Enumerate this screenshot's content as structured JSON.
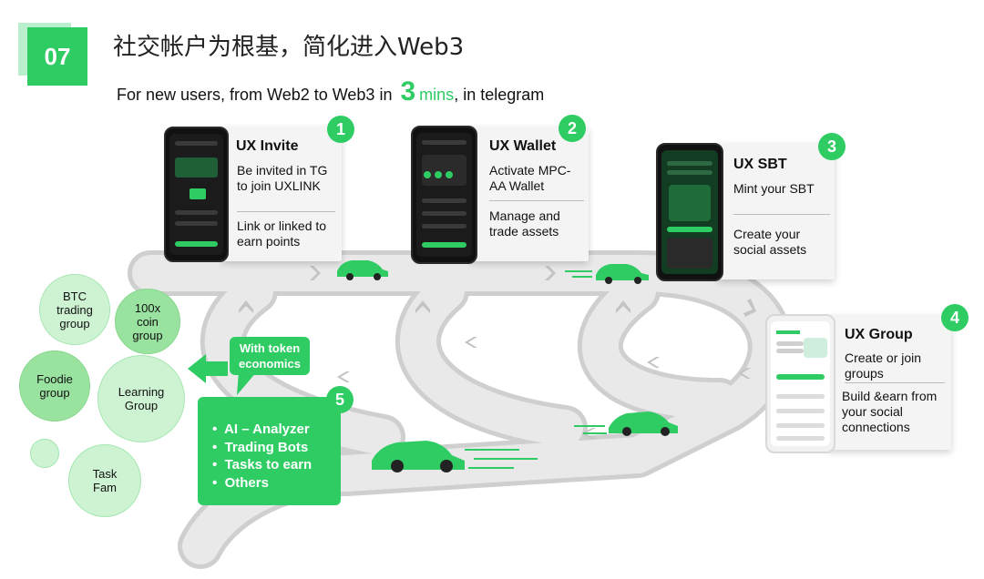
{
  "header": {
    "number": "07",
    "title": "社交帐户为根基，简化进入Web3",
    "subtitle_pre": "For new users, from Web2 to Web3 in",
    "subtitle_num": "3",
    "subtitle_unit": "mins",
    "subtitle_post": ", in telegram"
  },
  "steps": [
    {
      "badge": "1",
      "title": "UX Invite",
      "line1": "Be invited in TG to join UXLINK",
      "line2": "Link or linked to earn points"
    },
    {
      "badge": "2",
      "title": "UX Wallet",
      "line1": "Activate MPC-AA Wallet",
      "line2": "Manage and trade assets"
    },
    {
      "badge": "3",
      "title": "UX SBT",
      "line1": "Mint your SBT",
      "line2": "Create your social assets"
    },
    {
      "badge": "4",
      "title": "UX Group",
      "line1": "Create or join groups",
      "line2": "Build &earn from your social connections"
    }
  ],
  "step5": {
    "badge": "5",
    "bubble": "With token economics",
    "items": [
      "AI – Analyzer",
      "Trading Bots",
      "Tasks to earn",
      "Others"
    ]
  },
  "groups": [
    {
      "label": "BTC trading group"
    },
    {
      "label": "100x coin group"
    },
    {
      "label": "Foodie group"
    },
    {
      "label": "Learning Group"
    },
    {
      "label": "Task Fam"
    }
  ],
  "colors": {
    "accent": "#2ecc63",
    "light": "#cdf3d3",
    "mid": "#9ae29f",
    "road": "#e4e4e4",
    "card": "#f4f4f4"
  },
  "icons": {
    "arrow": "arrow-left-icon",
    "car": "car-icon",
    "chevron": "chevron-icon"
  }
}
